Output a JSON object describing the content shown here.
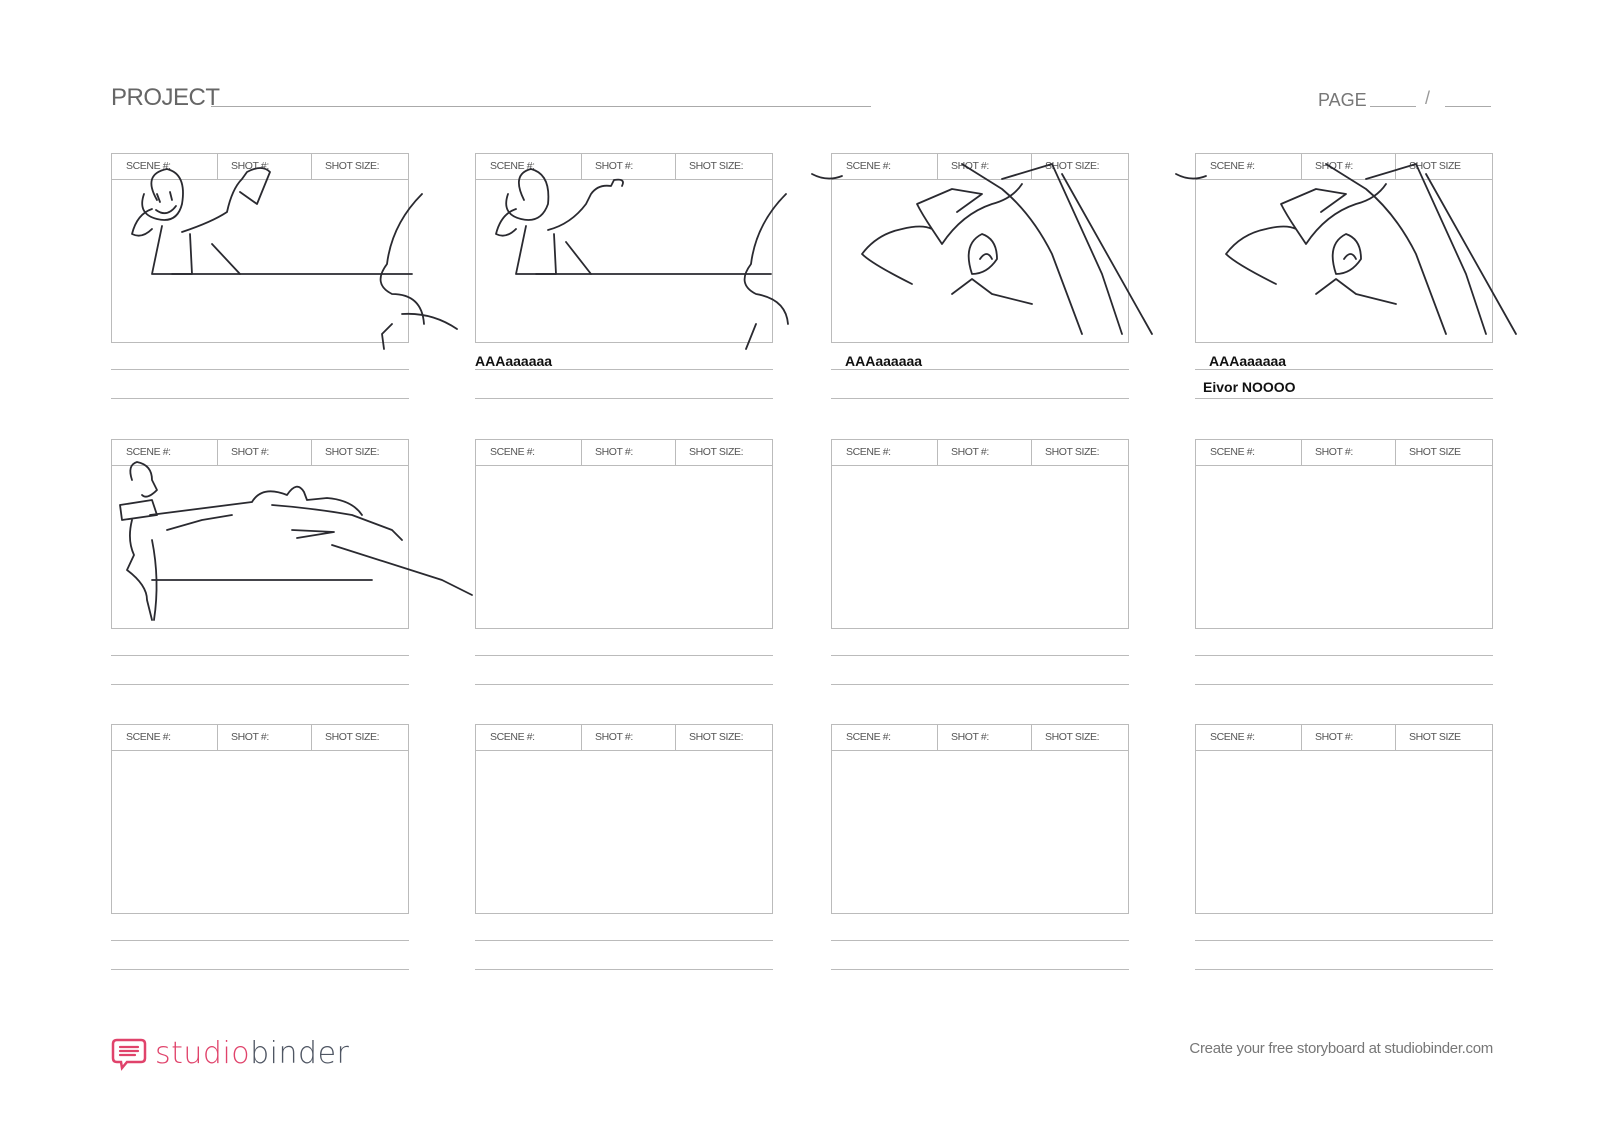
{
  "header": {
    "project_label": "PROJECT",
    "page_label": "PAGE",
    "page_separator": "/"
  },
  "panels": [
    {
      "scene_label": "SCENE #:",
      "shot_label": "SHOT #:",
      "size_label": "SHOT SIZE:",
      "note1": "",
      "note2": "",
      "sketch": "girl-holding-paper"
    },
    {
      "scene_label": "SCENE #:",
      "shot_label": "SHOT #:",
      "size_label": "SHOT SIZE:",
      "note1": "AAAaaaaaa",
      "note2": "",
      "sketch": "girl-holding-object"
    },
    {
      "scene_label": "SCENE #:",
      "shot_label": "SHOT #:",
      "size_label": "SHOT SIZE:",
      "note1": "AAAaaaaaa",
      "note2": "",
      "sketch": "closeup-hand"
    },
    {
      "scene_label": "SCENE #:",
      "shot_label": "SHOT #:",
      "size_label": "SHOT SIZE",
      "note1": "AAAaaaaaa",
      "note2": "Eivor NOOOO",
      "sketch": "closeup-hand"
    },
    {
      "scene_label": "SCENE #:",
      "shot_label": "SHOT #:",
      "size_label": "SHOT SIZE:",
      "note1": "",
      "note2": "",
      "sketch": "table-reach"
    },
    {
      "scene_label": "SCENE #:",
      "shot_label": "SHOT #:",
      "size_label": "SHOT SIZE:",
      "note1": "",
      "note2": "",
      "sketch": ""
    },
    {
      "scene_label": "SCENE #:",
      "shot_label": "SHOT #:",
      "size_label": "SHOT SIZE:",
      "note1": "",
      "note2": "",
      "sketch": ""
    },
    {
      "scene_label": "SCENE #:",
      "shot_label": "SHOT #:",
      "size_label": "SHOT SIZE",
      "note1": "",
      "note2": "",
      "sketch": ""
    },
    {
      "scene_label": "SCENE #:",
      "shot_label": "SHOT #:",
      "size_label": "SHOT SIZE:",
      "note1": "",
      "note2": "",
      "sketch": ""
    },
    {
      "scene_label": "SCENE #:",
      "shot_label": "SHOT #:",
      "size_label": "SHOT SIZE:",
      "note1": "",
      "note2": "",
      "sketch": ""
    },
    {
      "scene_label": "SCENE #:",
      "shot_label": "SHOT #:",
      "size_label": "SHOT SIZE:",
      "note1": "",
      "note2": "",
      "sketch": ""
    },
    {
      "scene_label": "SCENE #:",
      "shot_label": "SHOT #:",
      "size_label": "SHOT SIZE",
      "note1": "",
      "note2": "",
      "sketch": ""
    }
  ],
  "footer": {
    "logo_part1": "studio",
    "logo_part2": "binder",
    "logo_icon": "speech-bubble-icon",
    "tagline": "Create your free storyboard at studiobinder.com"
  },
  "colors": {
    "brand_pink": "#e0436b",
    "brand_gray": "#4f5663",
    "frame": "#bbbbbb"
  }
}
